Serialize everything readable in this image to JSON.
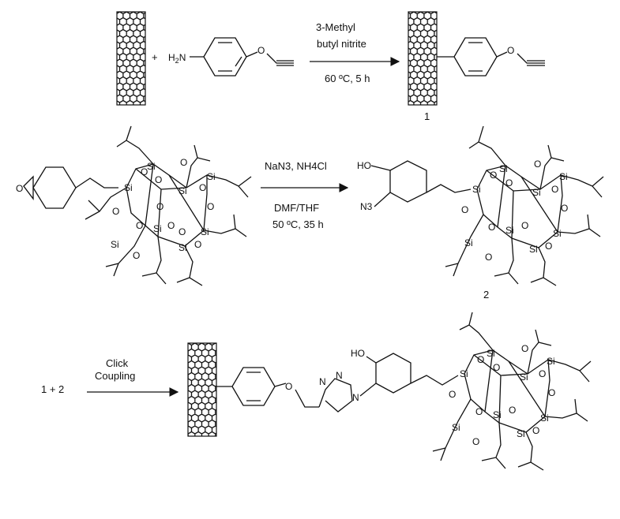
{
  "reaction1": {
    "plus": "+",
    "amine_label": "H2N",
    "amine_main": "H",
    "amine_sub": "2",
    "amine_tail": "N",
    "oxygen": "O",
    "condition_line1": "3-Methyl",
    "condition_line2": "butyl nitrite",
    "condition_temp": "60 ºC, 5 h",
    "product_label": "1"
  },
  "reaction2": {
    "epoxide_o": "O",
    "reagents": "NaN3, NH4Cl",
    "solvent": "DMF/THF",
    "condition_temp": "50 ºC, 35 h",
    "ho": "HO",
    "n3": "N3",
    "product_label": "2"
  },
  "reaction3": {
    "reactants": "1 + 2",
    "condition_line1": "Click",
    "condition_line2": "Coupling",
    "ho": "HO",
    "triazole_n1": "N",
    "triazole_n2": "N",
    "triazole_n3": "N",
    "oxygen": "O"
  },
  "poss": {
    "si": "Si",
    "o": "O"
  }
}
